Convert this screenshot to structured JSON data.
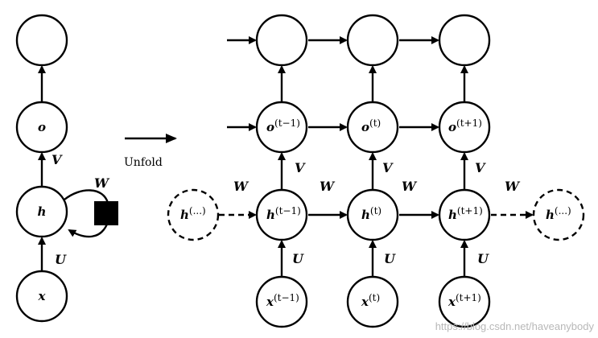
{
  "colors": {
    "stroke": "#000000",
    "fill": "#ffffff",
    "watermark": "#b8b8b8"
  },
  "folded": {
    "output_label": "o",
    "hidden_label": "h",
    "input_label": "x",
    "weight_in": "U",
    "weight_recurrent": "W",
    "weight_out": "V"
  },
  "unfold_label": "Unfold",
  "unfolded": {
    "steps": [
      {
        "output": "o",
        "output_sup": "(t−1)",
        "hidden": "h",
        "hidden_sup": "(t−1)",
        "input": "x",
        "input_sup": "(t−1)"
      },
      {
        "output": "o",
        "output_sup": "(t)",
        "hidden": "h",
        "hidden_sup": "(t)",
        "input": "x",
        "input_sup": "(t)"
      },
      {
        "output": "o",
        "output_sup": "(t+1)",
        "hidden": "h",
        "hidden_sup": "(t+1)",
        "input": "x",
        "input_sup": "(t+1)"
      }
    ],
    "left_hidden": "h",
    "left_hidden_sup": "(...)",
    "right_hidden": "h",
    "right_hidden_sup": "(...)",
    "weight_in": "U",
    "weight_recurrent": "W",
    "weight_out": "V"
  },
  "watermark": "https://blog.csdn.net/haveanybody"
}
